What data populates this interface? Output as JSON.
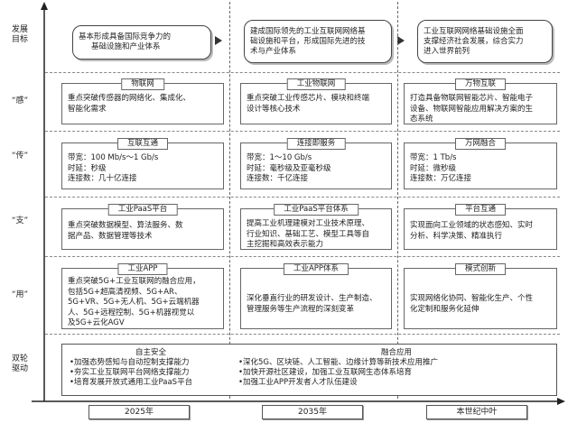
{
  "row_labels": {
    "goal": [
      "发展",
      "目标"
    ],
    "sense": "“感”",
    "transmit": "“传”",
    "support": "“支”",
    "use": "“用”",
    "drive": [
      "双轮",
      "驱动"
    ]
  },
  "goals": [
    [
      "基本形成具备国际竞争力的",
      "基础设施和产业体系"
    ],
    [
      "建成国际领先的工业互联网网络基",
      "础设施和平台，形成国际先进的技",
      "术与产业体系"
    ],
    [
      "工业互联网网络基础设施全面",
      "支撑经济社会发展，综合实力",
      "进入世界前列"
    ]
  ],
  "sense": [
    {
      "title": "物联网",
      "lines": [
        "重点突破传感器的网络化、集成化、",
        "智能化需求"
      ]
    },
    {
      "title": "工业物联网",
      "lines": [
        "重点突破工业传感芯片、模块和终端",
        "设计等核心技术"
      ]
    },
    {
      "title": "万物互联",
      "lines": [
        "打造具备物联网智能芯片、智能电子",
        "设备、物联网智能应用解决方案的生",
        "态系统"
      ]
    }
  ],
  "transmit": [
    {
      "title": "互联互通",
      "lines": [
        "带宽：100 Mb/s～1 Gb/s",
        "时延：秒级",
        "连接数：几十亿连接"
      ]
    },
    {
      "title": "连接即服务",
      "lines": [
        "带宽：1～10 Gb/s",
        "时延：毫秒级及亚毫秒级",
        "连接数：千亿连接"
      ]
    },
    {
      "title": "万网融合",
      "lines": [
        "带宽：1 Tb/s",
        "时延：微秒级",
        "连接数：万亿连接"
      ]
    }
  ],
  "support": [
    {
      "title": "工业PaaS平台",
      "lines": [
        "重点突破数据模型、算法服务、数",
        "据产品、数据管理等技术"
      ]
    },
    {
      "title": "工业PaaS平台体系",
      "lines": [
        "提高工业机理建模对工业技术原理、",
        "行业知识、基础工艺、模型工具等自",
        "主挖掘和高效表示能力"
      ]
    },
    {
      "title": "平台互通",
      "lines": [
        "实现面向工业领域的状态感知、实时",
        "分析、科学决策、精准执行"
      ]
    }
  ],
  "use": [
    {
      "title": "工业APP",
      "lines": [
        "重点突破5G+工业互联网的融合应用，",
        "包括5G+超高清视频、5G+AR、",
        "5G+VR、5G+无人机、5G+云端机器",
        "人、5G+远程控制、5G+机器视觉以",
        "及5G+云化AGV"
      ]
    },
    {
      "title": "工业APP体系",
      "lines": [
        "深化垂直行业的研发设计、生产制造、",
        "管理服务等生产流程的深刻变革"
      ]
    },
    {
      "title": "模式创新",
      "lines": [
        "实现网络化协同、智能化生产、个性",
        "化定制和服务化延伸"
      ]
    }
  ],
  "drive": {
    "left_title": "自主安全",
    "left_lines": [
      "•加强态势感知与自动控制支撑能力",
      "•夯实工业互联网平台网络支撑能力",
      "•培育发展开放式通用工业PaaS平台"
    ],
    "right_title": "融合应用",
    "right_lines": [
      "•深化5G、区块链、人工智能、边缘计算等新技术应用推广",
      "•加快开源社区建设，加强工业互联网生态体系培育",
      "•加强工业APP开发者人才队伍建设"
    ]
  },
  "years": [
    "2025年",
    "2035年",
    "本世纪中叶"
  ]
}
